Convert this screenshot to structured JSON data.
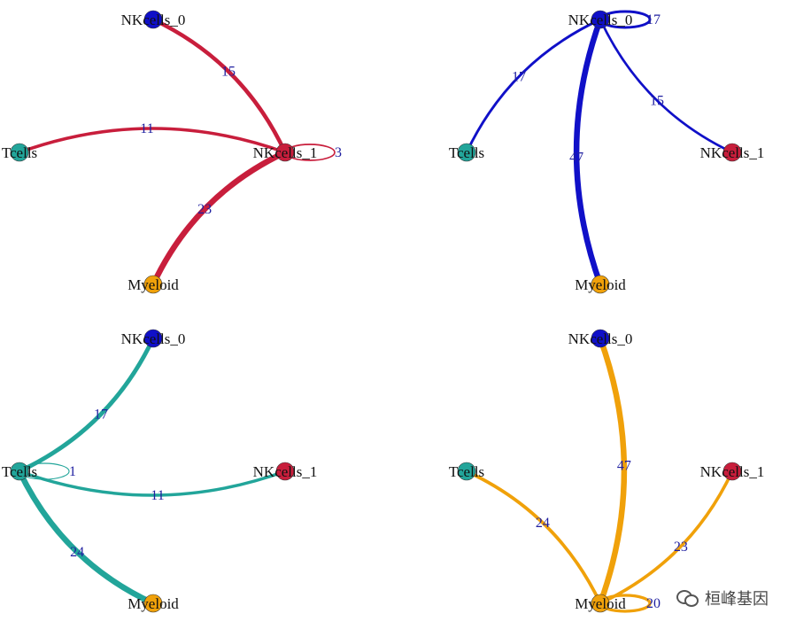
{
  "colors": {
    "NKcells_0": "#1010c8",
    "NKcells_1": "#c81e3c",
    "Tcells": "#22a59a",
    "Myeloid": "#f0a10a",
    "edge_label": "#1f1fa0"
  },
  "panels": [
    {
      "source": "NKcells_1",
      "nodes": [
        {
          "id": "NKcells_0",
          "label": "NKcells_0"
        },
        {
          "id": "NKcells_1",
          "label": "NKcells_1"
        },
        {
          "id": "Tcells",
          "label": "Tcells"
        },
        {
          "id": "Myeloid",
          "label": "Myeloid"
        }
      ],
      "edges": [
        {
          "from": "NKcells_1",
          "to": "NKcells_0",
          "weight": "15"
        },
        {
          "from": "NKcells_1",
          "to": "Tcells",
          "weight": "11"
        },
        {
          "from": "NKcells_1",
          "to": "Myeloid",
          "weight": "23"
        },
        {
          "from": "NKcells_1",
          "to": "NKcells_1",
          "weight": "3"
        }
      ]
    },
    {
      "source": "NKcells_0",
      "nodes": [
        {
          "id": "NKcells_0",
          "label": "NKcells_0"
        },
        {
          "id": "NKcells_1",
          "label": "NKcells_1"
        },
        {
          "id": "Tcells",
          "label": "Tcells"
        },
        {
          "id": "Myeloid",
          "label": "Myeloid"
        }
      ],
      "edges": [
        {
          "from": "NKcells_0",
          "to": "Tcells",
          "weight": "17"
        },
        {
          "from": "NKcells_0",
          "to": "NKcells_1",
          "weight": "15"
        },
        {
          "from": "NKcells_0",
          "to": "Myeloid",
          "weight": "47"
        },
        {
          "from": "NKcells_0",
          "to": "NKcells_0",
          "weight": "17"
        }
      ]
    },
    {
      "source": "Tcells",
      "nodes": [
        {
          "id": "NKcells_0",
          "label": "NKcells_0"
        },
        {
          "id": "NKcells_1",
          "label": "NKcells_1"
        },
        {
          "id": "Tcells",
          "label": "Tcells"
        },
        {
          "id": "Myeloid",
          "label": "Myeloid"
        }
      ],
      "edges": [
        {
          "from": "Tcells",
          "to": "NKcells_0",
          "weight": "17"
        },
        {
          "from": "Tcells",
          "to": "NKcells_1",
          "weight": "11"
        },
        {
          "from": "Tcells",
          "to": "Myeloid",
          "weight": "24"
        },
        {
          "from": "Tcells",
          "to": "Tcells",
          "weight": "1"
        }
      ]
    },
    {
      "source": "Myeloid",
      "nodes": [
        {
          "id": "NKcells_0",
          "label": "NKcells_0"
        },
        {
          "id": "NKcells_1",
          "label": "NKcells_1"
        },
        {
          "id": "Tcells",
          "label": "Tcells"
        },
        {
          "id": "Myeloid",
          "label": "Myeloid"
        }
      ],
      "edges": [
        {
          "from": "Myeloid",
          "to": "NKcells_0",
          "weight": "47"
        },
        {
          "from": "Myeloid",
          "to": "NKcells_1",
          "weight": "23"
        },
        {
          "from": "Myeloid",
          "to": "Tcells",
          "weight": "24"
        },
        {
          "from": "Myeloid",
          "to": "Myeloid",
          "weight": "20"
        }
      ]
    }
  ],
  "watermark": {
    "icon": "wechat-icon",
    "text": "桓峰基因"
  }
}
